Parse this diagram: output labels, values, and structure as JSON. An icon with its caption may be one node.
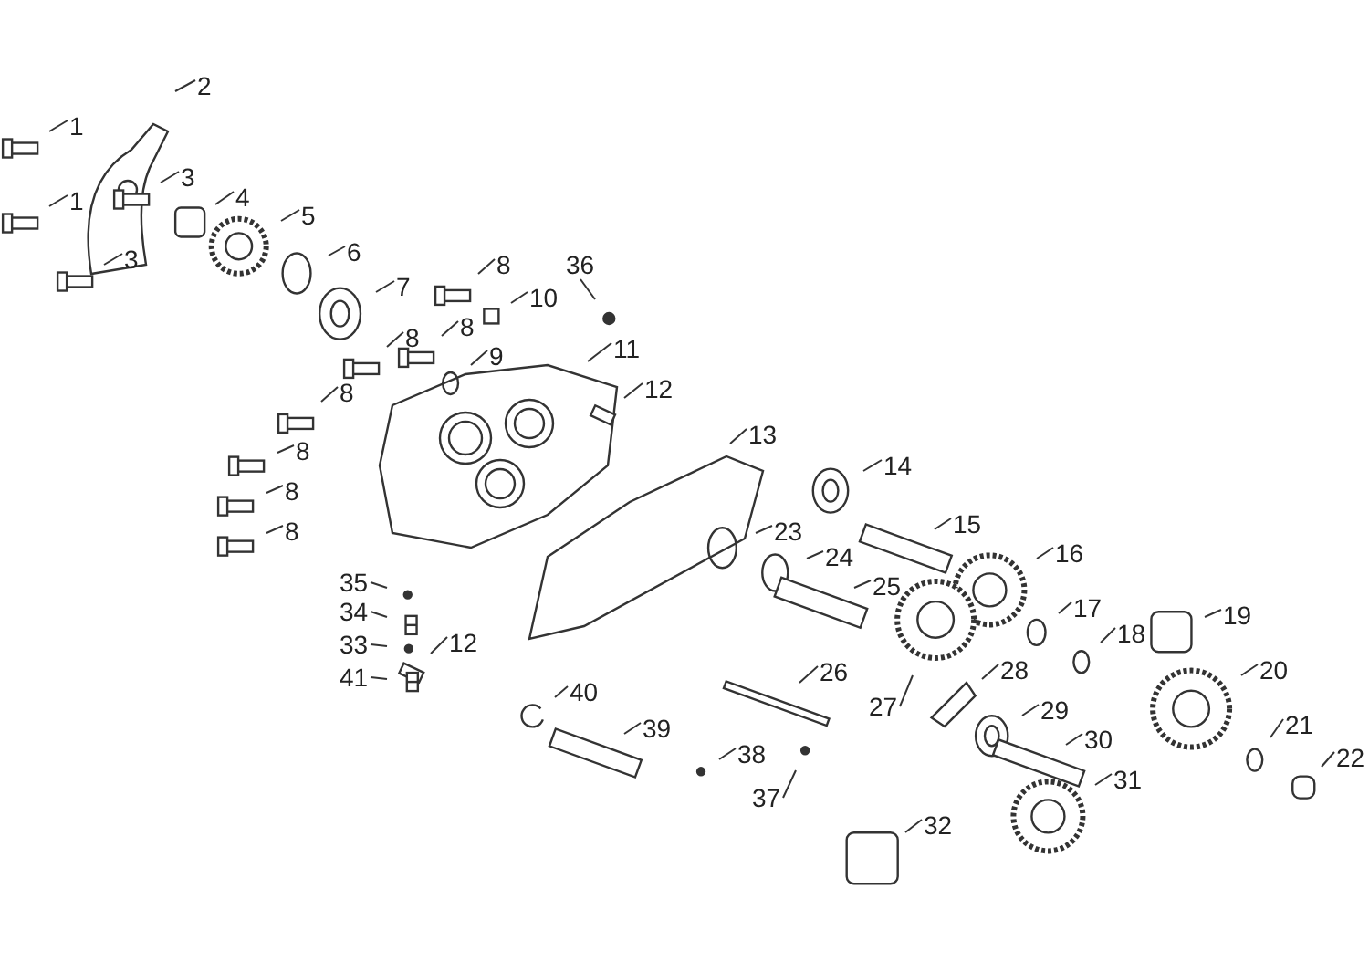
{
  "diagram": {
    "nodes": [
      {
        "text": [
          "2"
        ]
      },
      {
        "text": [
          "1"
        ]
      },
      {
        "text": [
          "3"
        ]
      },
      {
        "text": [
          "4"
        ]
      },
      {
        "text": [
          "1"
        ]
      },
      {
        "text": [
          "5"
        ]
      },
      {
        "text": [
          "6"
        ]
      },
      {
        "text": [
          "3"
        ]
      },
      {
        "text": [
          "36"
        ]
      },
      {
        "text": [
          "8"
        ]
      },
      {
        "text": [
          "7"
        ]
      },
      {
        "text": [
          "10"
        ]
      },
      {
        "text": [
          "8"
        ]
      },
      {
        "text": [
          "8"
        ]
      },
      {
        "text": [
          "11"
        ]
      },
      {
        "text": [
          "9"
        ]
      },
      {
        "text": [
          "8"
        ]
      },
      {
        "text": [
          "12"
        ]
      },
      {
        "text": [
          "13"
        ]
      },
      {
        "text": [
          "8"
        ]
      },
      {
        "text": [
          "14"
        ]
      },
      {
        "text": [
          "8"
        ]
      },
      {
        "text": [
          "23"
        ]
      },
      {
        "text": [
          "15"
        ]
      },
      {
        "text": [
          "8"
        ]
      },
      {
        "text": [
          "24"
        ]
      },
      {
        "text": [
          "16"
        ]
      },
      {
        "text": [
          "25"
        ]
      },
      {
        "text": [
          "35"
        ]
      },
      {
        "text": [
          "17"
        ]
      },
      {
        "text": [
          "34"
        ]
      },
      {
        "text": [
          "18"
        ]
      },
      {
        "text": [
          "12"
        ]
      },
      {
        "text": [
          "33"
        ]
      },
      {
        "text": [
          "19"
        ]
      },
      {
        "text": [
          "28"
        ]
      },
      {
        "text": [
          "26"
        ]
      },
      {
        "text": [
          "20"
        ]
      },
      {
        "text": [
          "41"
        ]
      },
      {
        "text": [
          "27"
        ]
      },
      {
        "text": [
          "40"
        ]
      },
      {
        "text": [
          "29"
        ]
      },
      {
        "text": [
          "39"
        ]
      },
      {
        "text": [
          "21"
        ]
      },
      {
        "text": [
          "30"
        ]
      },
      {
        "text": [
          "22"
        ]
      },
      {
        "text": [
          "38"
        ]
      },
      {
        "text": [
          "31"
        ]
      },
      {
        "text": [
          "37"
        ]
      },
      {
        "text": [
          "32"
        ]
      }
    ],
    "edges": [
      {
        "from": 0,
        "to": null,
        "arrow": "none"
      },
      {
        "from": 1,
        "to": null,
        "arrow": "none"
      },
      {
        "from": 2,
        "to": null,
        "arrow": "none"
      },
      {
        "from": 3,
        "to": null,
        "arrow": "none"
      },
      {
        "from": 4,
        "to": null,
        "arrow": "none"
      },
      {
        "from": 5,
        "to": null,
        "arrow": "none"
      },
      {
        "from": 6,
        "to": null,
        "arrow": "none"
      },
      {
        "from": 7,
        "to": null,
        "arrow": "none"
      },
      {
        "from": 8,
        "to": null,
        "arrow": "none"
      },
      {
        "from": 9,
        "to": null,
        "arrow": "none"
      },
      {
        "from": 10,
        "to": null,
        "arrow": "none"
      },
      {
        "from": 11,
        "to": null,
        "arrow": "none"
      },
      {
        "from": 12,
        "to": null,
        "arrow": "none"
      },
      {
        "from": 13,
        "to": null,
        "arrow": "none"
      },
      {
        "from": 14,
        "to": null,
        "arrow": "none"
      },
      {
        "from": 15,
        "to": null,
        "arrow": "none"
      },
      {
        "from": 16,
        "to": null,
        "arrow": "none"
      },
      {
        "from": 17,
        "to": null,
        "arrow": "none"
      },
      {
        "from": 18,
        "to": null,
        "arrow": "none"
      },
      {
        "from": 19,
        "to": null,
        "arrow": "none"
      },
      {
        "from": 20,
        "to": null,
        "arrow": "none"
      },
      {
        "from": 21,
        "to": null,
        "arrow": "none"
      },
      {
        "from": 22,
        "to": null,
        "arrow": "none"
      },
      {
        "from": 23,
        "to": null,
        "arrow": "none"
      },
      {
        "from": 24,
        "to": null,
        "arrow": "none"
      },
      {
        "from": 25,
        "to": null,
        "arrow": "none"
      },
      {
        "from": 26,
        "to": null,
        "arrow": "none"
      },
      {
        "from": 27,
        "to": null,
        "arrow": "none"
      },
      {
        "from": 28,
        "to": null,
        "arrow": "none"
      },
      {
        "from": 29,
        "to": null,
        "arrow": "none"
      },
      {
        "from": 30,
        "to": null,
        "arrow": "none"
      },
      {
        "from": 31,
        "to": null,
        "arrow": "none"
      },
      {
        "from": 32,
        "to": null,
        "arrow": "none"
      },
      {
        "from": 33,
        "to": null,
        "arrow": "none"
      },
      {
        "from": 34,
        "to": null,
        "arrow": "none"
      },
      {
        "from": 35,
        "to": null,
        "arrow": "none"
      },
      {
        "from": 36,
        "to": null,
        "arrow": "none"
      },
      {
        "from": 37,
        "to": null,
        "arrow": "none"
      },
      {
        "from": 38,
        "to": null,
        "arrow": "none"
      },
      {
        "from": 39,
        "to": null,
        "arrow": "none"
      },
      {
        "from": 40,
        "to": null,
        "arrow": "none"
      },
      {
        "from": 41,
        "to": null,
        "arrow": "none"
      },
      {
        "from": 42,
        "to": null,
        "arrow": "none"
      },
      {
        "from": 43,
        "to": null,
        "arrow": "none"
      },
      {
        "from": 44,
        "to": null,
        "arrow": "none"
      },
      {
        "from": 45,
        "to": null,
        "arrow": "none"
      },
      {
        "from": 46,
        "to": null,
        "arrow": "none"
      },
      {
        "from": 47,
        "to": null,
        "arrow": "none"
      },
      {
        "from": 48,
        "to": null,
        "arrow": "none"
      },
      {
        "from": 49,
        "to": null,
        "arrow": "none"
      }
    ]
  }
}
